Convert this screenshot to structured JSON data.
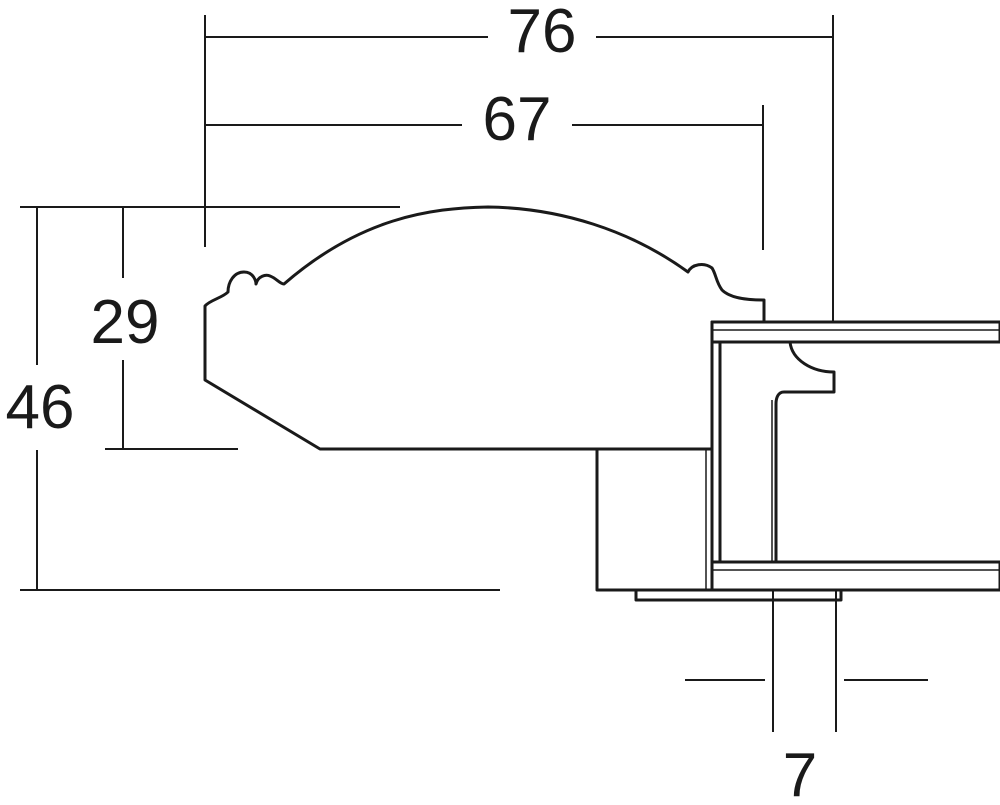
{
  "dimensions": {
    "overall_width": "76",
    "inner_width": "67",
    "face_height": "29",
    "overall_height": "46",
    "rebate_width": "7"
  },
  "colors": {
    "line": "#1a1a1a",
    "background": "#ffffff"
  }
}
